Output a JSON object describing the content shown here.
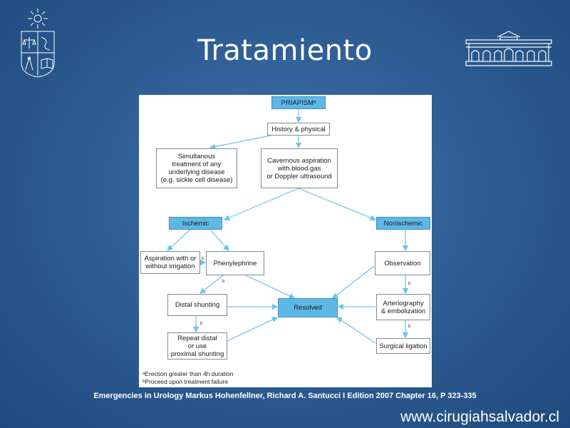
{
  "slide": {
    "title": "Tratamiento",
    "citation": "Emergencies in Urology Markus Hohenfellner, Richard A. Santucci I Edition 2007 Chapter 16, P 323-335",
    "website": "www.cirugiahsalvador.cl"
  },
  "flowchart": {
    "nodes": {
      "priapism": "PRIAPISMᵃ",
      "history": "History & physical",
      "simultaneous": "Simultanous\ntreatment of any\nunderlying disease\n(e.g. sickle cell disease)",
      "aspiration_gas": "Cavernous aspiration\nwith blood gas\nor Doppler ultrasound",
      "ischemic": "Ischemic",
      "nonischemic": "Nonischemic",
      "aspiration_irrigation": "Aspiration with or\nwithout irrigation",
      "phenylephrine": "Phenylephrine",
      "observation": "Observation",
      "distal_shunting": "Distal shunting",
      "resolved": "Resolved",
      "arteriography": "Arteriography\n& embolization",
      "repeat_distal": "Repeat distal\nor use\nproximal shunting",
      "surgical_ligation": "Surgical ligation"
    },
    "superscript_b": "b",
    "footnotes": {
      "a": "ᵃErection greater than 4h duration",
      "b": "ᵇProceed upon treatment failure"
    },
    "colors": {
      "highlight": "#5eb8e6",
      "arrow": "#6cc3ea",
      "border": "#7f8c93"
    }
  }
}
